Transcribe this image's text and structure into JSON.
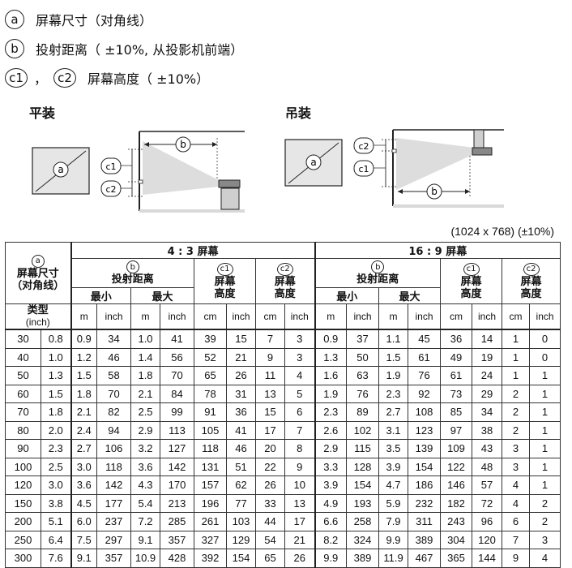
{
  "legend": {
    "a": {
      "symbol": "a",
      "text": "屏幕尺寸（对角线）"
    },
    "b": {
      "symbol": "b",
      "text": "投射距离（ ±10%, 从投影机前端）"
    },
    "c": {
      "symbol1": "c1",
      "comma": "，",
      "symbol2": "c2",
      "text": "屏幕高度（ ±10%）"
    }
  },
  "diagrams": {
    "floor": {
      "title": "平装",
      "label_a": "a",
      "label_b": "b",
      "label_c1": "c1",
      "label_c2": "c2"
    },
    "ceiling": {
      "title": "吊装",
      "label_a": "a",
      "label_b": "b",
      "label_c1": "c1",
      "label_c2": "c2"
    }
  },
  "resolution": "(1024 x 768)   (±10%)",
  "table": {
    "head": {
      "col_a_symbol": "a",
      "col_a_line1": "屏幕尺寸",
      "col_a_line2": "（对角线）",
      "type_label": "类型",
      "type_unit": "(inch)",
      "group_43": "4 : 3 屏幕",
      "group_169": "16 : 9 屏幕",
      "b_symbol": "b",
      "b_label": "投射距离",
      "c1_symbol": "c1",
      "c2_symbol": "c2",
      "c_label1": "屏幕",
      "c_label2": "高度",
      "min": "最小",
      "max": "最大",
      "u_m": "m",
      "u_inch": "inch",
      "u_cm": "cm"
    },
    "rows": [
      [
        "30",
        "0.8",
        "0.9",
        "34",
        "1.0",
        "41",
        "39",
        "15",
        "7",
        "3",
        "0.9",
        "37",
        "1.1",
        "45",
        "36",
        "14",
        "1",
        "0"
      ],
      [
        "40",
        "1.0",
        "1.2",
        "46",
        "1.4",
        "56",
        "52",
        "21",
        "9",
        "3",
        "1.3",
        "50",
        "1.5",
        "61",
        "49",
        "19",
        "1",
        "0"
      ],
      [
        "50",
        "1.3",
        "1.5",
        "58",
        "1.8",
        "70",
        "65",
        "26",
        "11",
        "4",
        "1.6",
        "63",
        "1.9",
        "76",
        "61",
        "24",
        "1",
        "1"
      ],
      [
        "60",
        "1.5",
        "1.8",
        "70",
        "2.1",
        "84",
        "78",
        "31",
        "13",
        "5",
        "1.9",
        "76",
        "2.3",
        "92",
        "73",
        "29",
        "2",
        "1"
      ],
      [
        "70",
        "1.8",
        "2.1",
        "82",
        "2.5",
        "99",
        "91",
        "36",
        "15",
        "6",
        "2.3",
        "89",
        "2.7",
        "108",
        "85",
        "34",
        "2",
        "1"
      ],
      [
        "80",
        "2.0",
        "2.4",
        "94",
        "2.9",
        "113",
        "105",
        "41",
        "17",
        "7",
        "2.6",
        "102",
        "3.1",
        "123",
        "97",
        "38",
        "2",
        "1"
      ],
      [
        "90",
        "2.3",
        "2.7",
        "106",
        "3.2",
        "127",
        "118",
        "46",
        "20",
        "8",
        "2.9",
        "115",
        "3.5",
        "139",
        "109",
        "43",
        "3",
        "1"
      ],
      [
        "100",
        "2.5",
        "3.0",
        "118",
        "3.6",
        "142",
        "131",
        "51",
        "22",
        "9",
        "3.3",
        "128",
        "3.9",
        "154",
        "122",
        "48",
        "3",
        "1"
      ],
      [
        "120",
        "3.0",
        "3.6",
        "142",
        "4.3",
        "170",
        "157",
        "62",
        "26",
        "10",
        "3.9",
        "154",
        "4.7",
        "186",
        "146",
        "57",
        "4",
        "1"
      ],
      [
        "150",
        "3.8",
        "4.5",
        "177",
        "5.4",
        "213",
        "196",
        "77",
        "33",
        "13",
        "4.9",
        "193",
        "5.9",
        "232",
        "182",
        "72",
        "4",
        "2"
      ],
      [
        "200",
        "5.1",
        "6.0",
        "237",
        "7.2",
        "285",
        "261",
        "103",
        "44",
        "17",
        "6.6",
        "258",
        "7.9",
        "311",
        "243",
        "96",
        "6",
        "2"
      ],
      [
        "250",
        "6.4",
        "7.5",
        "297",
        "9.1",
        "357",
        "327",
        "129",
        "54",
        "21",
        "8.2",
        "324",
        "9.9",
        "389",
        "304",
        "120",
        "7",
        "3"
      ],
      [
        "300",
        "7.6",
        "9.1",
        "357",
        "10.9",
        "428",
        "392",
        "154",
        "65",
        "26",
        "9.9",
        "389",
        "11.9",
        "467",
        "365",
        "144",
        "9",
        "4"
      ]
    ]
  }
}
